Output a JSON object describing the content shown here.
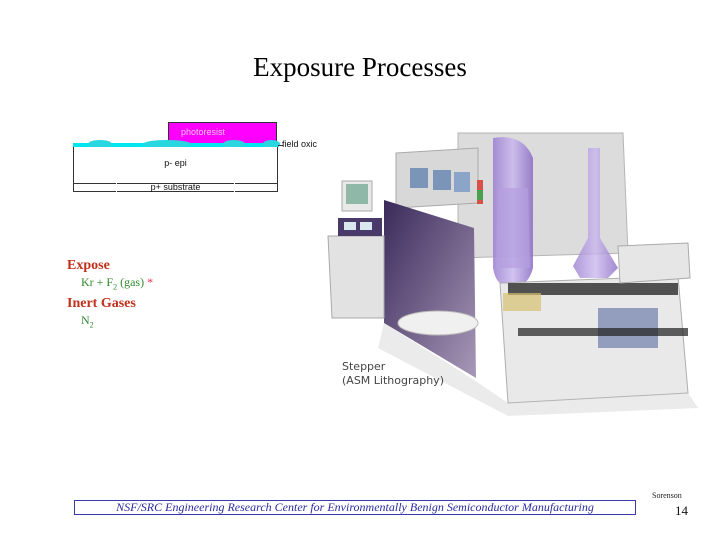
{
  "slide": {
    "title": "Exposure Processes",
    "page_number": "14",
    "author": "Sorenson",
    "footer": "NSF/SRC Engineering Research Center for Environmentally Benign Semiconductor Manufacturing"
  },
  "diagram": {
    "layers": {
      "photoresist": "photoresist",
      "field_oxide": "field oxic",
      "epi": "p- epi",
      "substrate": "p+ substrate"
    },
    "colors": {
      "photoresist": "#ff00ff",
      "field_oxide": "#00e5ee"
    }
  },
  "chemistry": {
    "sections": [
      {
        "heading": "Expose",
        "item_main": "Kr + F",
        "item_sub": "2",
        "item_rest": " (gas) ",
        "item_mark": "*"
      },
      {
        "heading": "Inert Gases",
        "item_main": "N",
        "item_sub": "2"
      }
    ],
    "colors": {
      "heading": "#c0301c",
      "item": "#2e8b2e",
      "mark": "#e0304a"
    }
  },
  "image": {
    "caption_line1": "Stepper",
    "caption_line2": "(ASM Lithography)"
  }
}
